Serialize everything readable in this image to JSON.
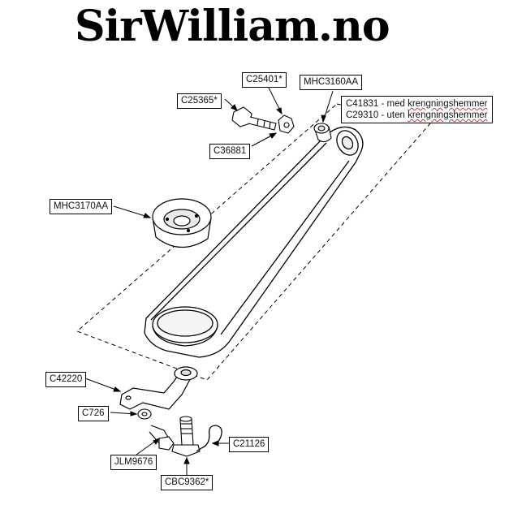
{
  "header": {
    "title": "SirWilliam.no"
  },
  "labels": {
    "c25401": "C25401*",
    "mhc3160aa": "MHC3160AA",
    "c25365": "C25365*",
    "c41831_prefix": "C41831 - med ",
    "c29310_prefix": "C29310 - uten ",
    "anti_roll": "krengningshemmer",
    "c36881": "C36881",
    "mhc3170aa": "MHC3170AA",
    "c42220": "C42220",
    "c726": "C726",
    "jlm9676": "JLM9676",
    "c21126": "C21126",
    "cbc9362": "CBC9362*"
  },
  "colors": {
    "line": "#000000",
    "spellcheck": "#dd3333"
  }
}
